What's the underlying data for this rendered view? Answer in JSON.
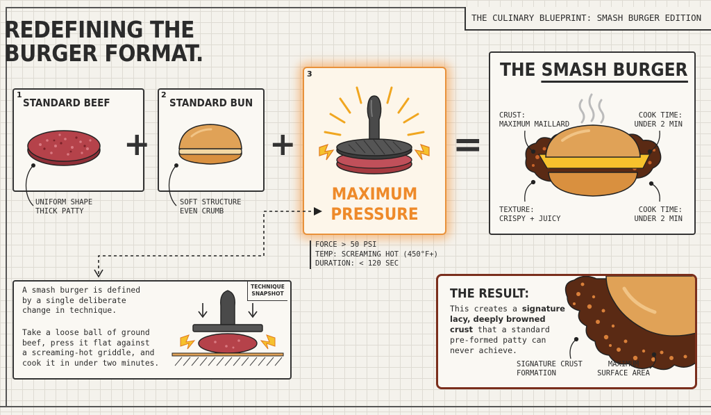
{
  "header": {
    "blueprint_label": "THE CULINARY BLUEPRINT: SMASH BURGER EDITION",
    "title_line1": "REDEFINING THE",
    "title_line2": "BURGER FORMAT."
  },
  "steps": [
    {
      "number": "1",
      "title": "STANDARD BEEF",
      "caption_line1": "UNIFORM SHAPE",
      "caption_line2": "THICK PATTY"
    },
    {
      "number": "2",
      "title": "STANDARD BUN",
      "caption_line1": "SOFT STRUCTURE",
      "caption_line2": "EVEN CRUMB"
    },
    {
      "number": "3",
      "title_line1": "MAXIMUM",
      "title_line2": "PRESSURE"
    }
  ],
  "operators": {
    "plus": "+",
    "equals": "="
  },
  "specs": {
    "force": "FORCE > 50 PSI",
    "temp": "TEMP: SCREAMING HOT (450°F+)",
    "duration": "DURATION: < 120 SEC"
  },
  "smash_burger": {
    "title_prefix": "THE ",
    "title_underlined": "SMASH BURGER",
    "crust_line1": "CRUST:",
    "crust_line2": "MAXIMUM MAILLARD",
    "cook_top_line1": "COOK TIME:",
    "cook_top_line2": "UNDER 2 MIN",
    "texture_line1": "TEXTURE:",
    "texture_line2": "CRISPY + JUICY",
    "cook_bottom_line1": "COOK TIME:",
    "cook_bottom_line2": "UNDER 2 MIN"
  },
  "technique": {
    "tag_line1": "TECHNIQUE",
    "tag_line2": "SNAPSHOT",
    "p1_line1": "A smash burger is defined",
    "p1_line2": "by a single deliberate",
    "p1_line3": "change in technique.",
    "p2_line1": "Take a loose ball of ground",
    "p2_line2": "beef, press it flat against",
    "p2_line3": "a screaming-hot griddle, and",
    "p2_line4": "cook it in under two minutes."
  },
  "result": {
    "title": "THE RESULT:",
    "line1_plain": "This creates a ",
    "line1_bold": "signature",
    "line2_bold": "lacy, deeply browned",
    "line3_bold": "crust",
    "line3_plain": " that a standard",
    "line4": "pre-formed patty can",
    "line5": "never achieve.",
    "label1_line1": "SIGNATURE CRUST",
    "label1_line2": "FORMATION",
    "label2_line1": "MAXIMUM",
    "label2_line2": "SURFACE AREA"
  },
  "colors": {
    "ink": "#2b2b2b",
    "accent_orange": "#ee8a2a",
    "beef_red": "#b5424a",
    "bun_tan": "#e0a257",
    "crust_brown": "#5a2a14",
    "result_border": "#7a2e1c"
  }
}
